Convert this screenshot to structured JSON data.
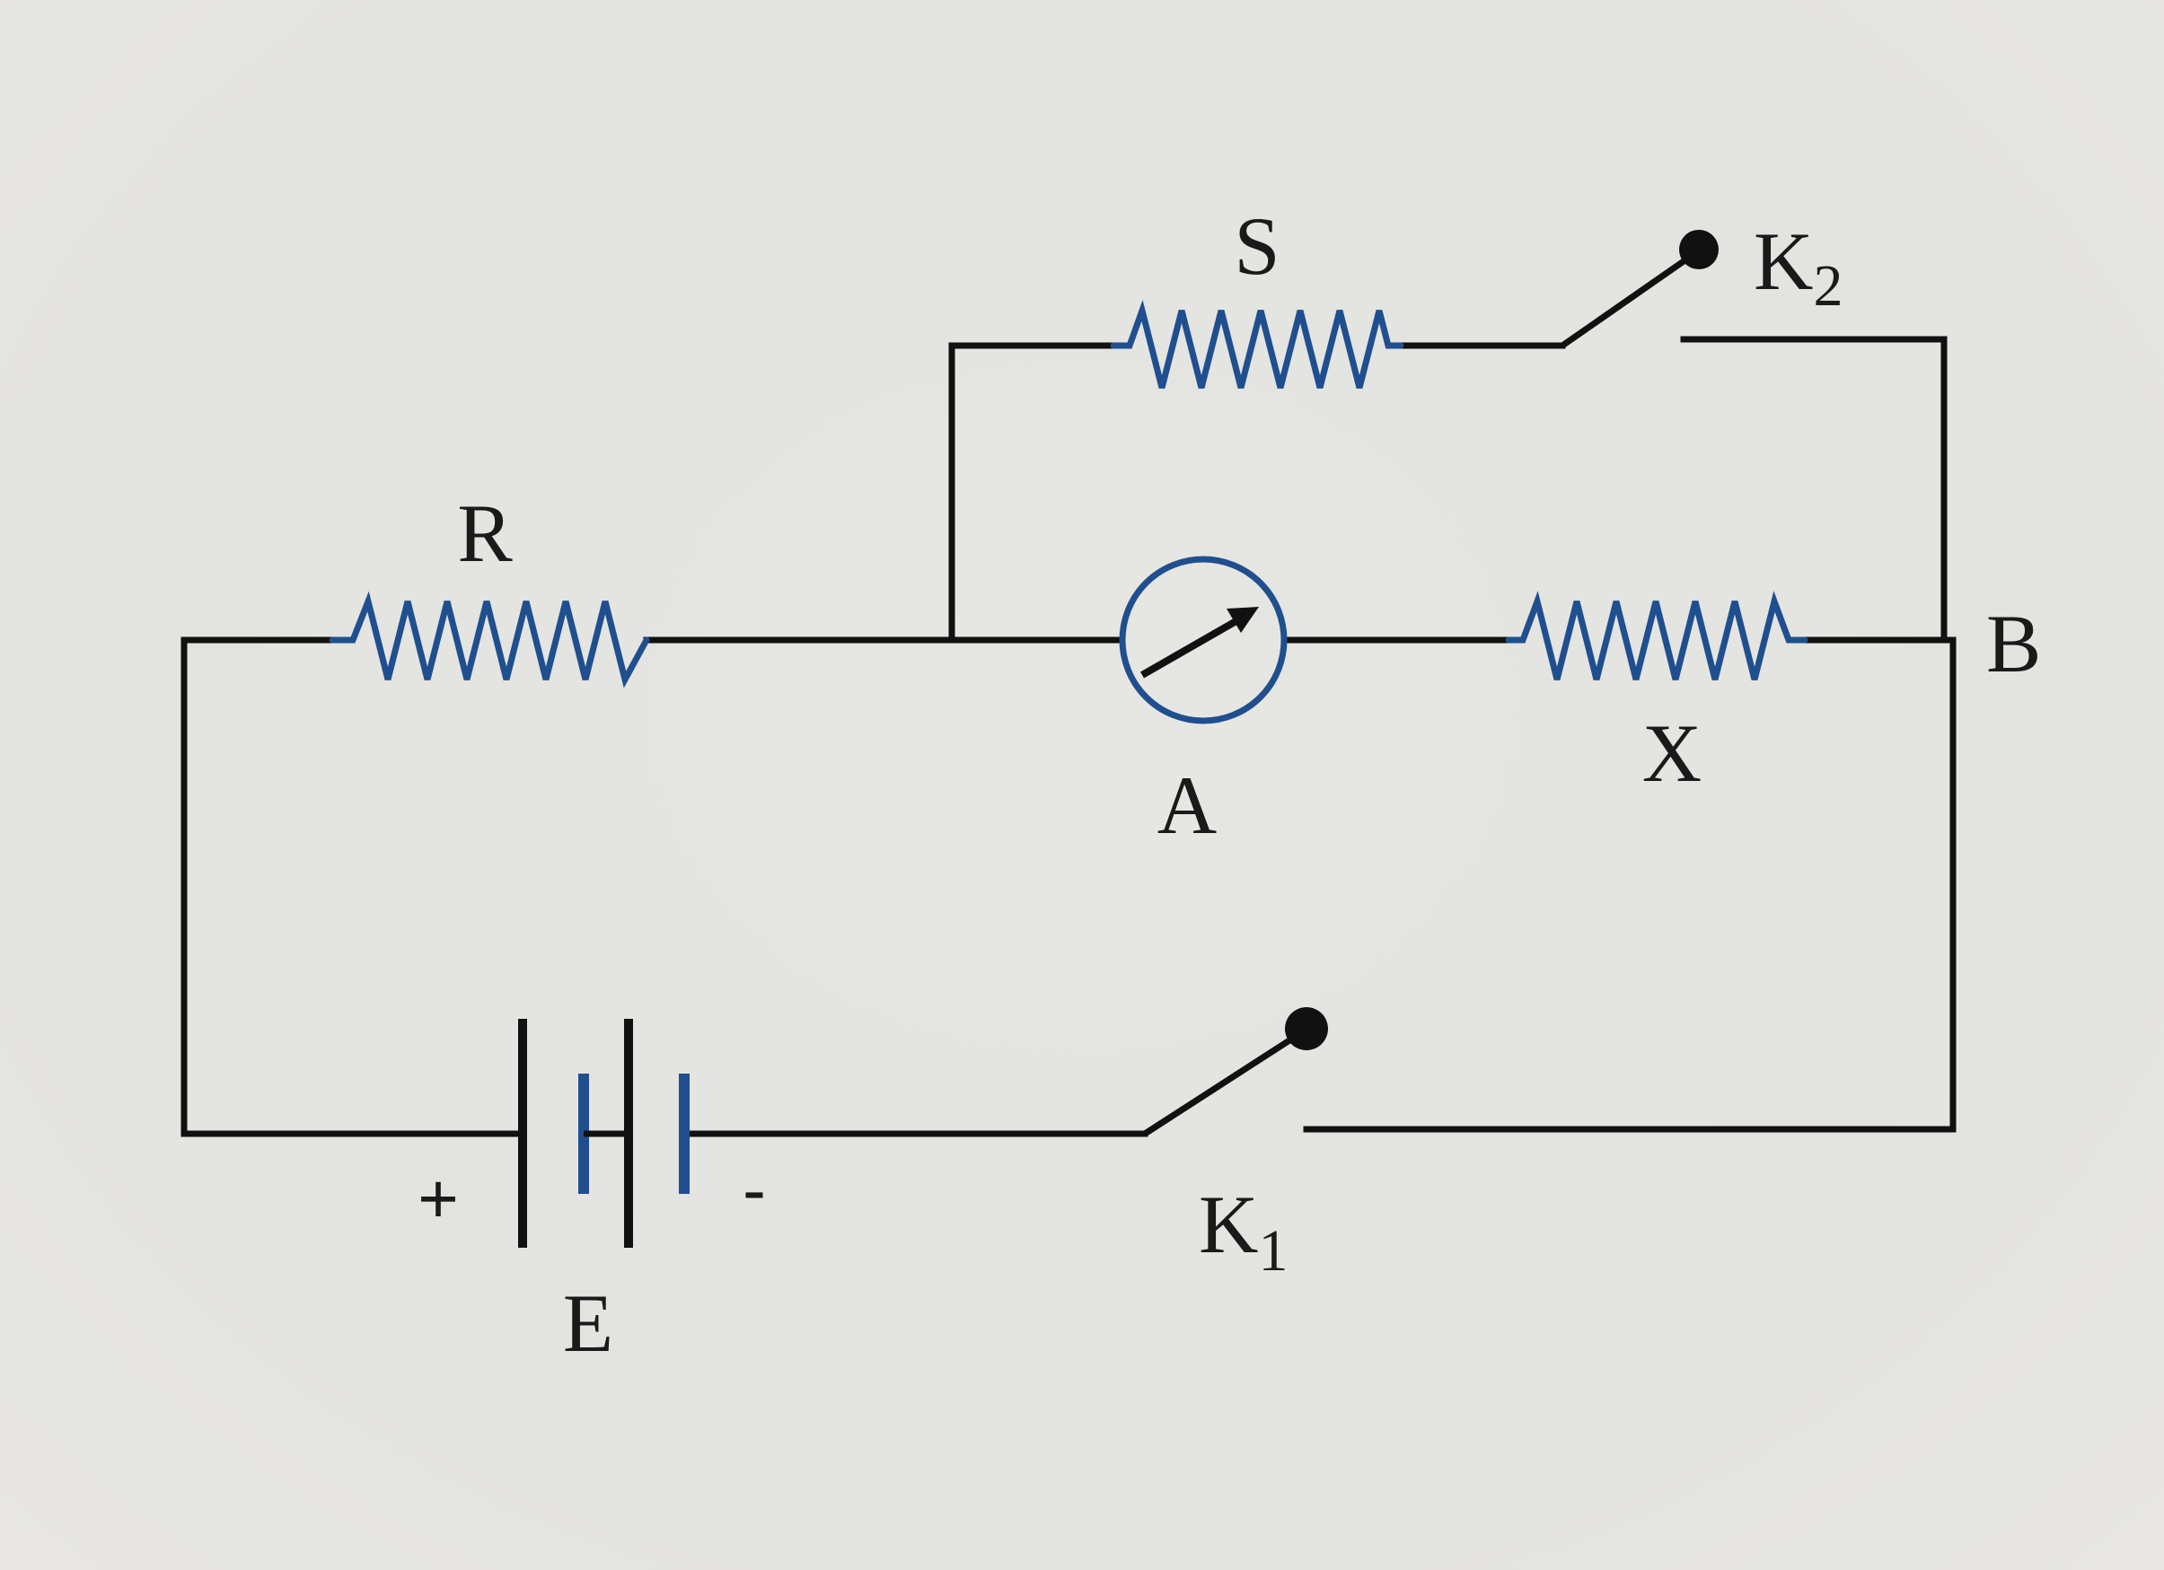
{
  "labels": {
    "R": "R",
    "S": "S",
    "X": "X",
    "A": "A",
    "B": "B",
    "E": "E",
    "K2_main": "K",
    "K2_sub": "2",
    "K1_main": "K",
    "K1_sub": "1",
    "plus": "+",
    "minus": "-"
  },
  "colors": {
    "wire": "#111111",
    "component": "#1f4f8f",
    "background": "#e6e6e3"
  },
  "icons": {
    "ammeter": "ammeter-icon",
    "battery": "battery-icon",
    "key": "key-switch-icon",
    "resistor": "resistor-icon"
  }
}
